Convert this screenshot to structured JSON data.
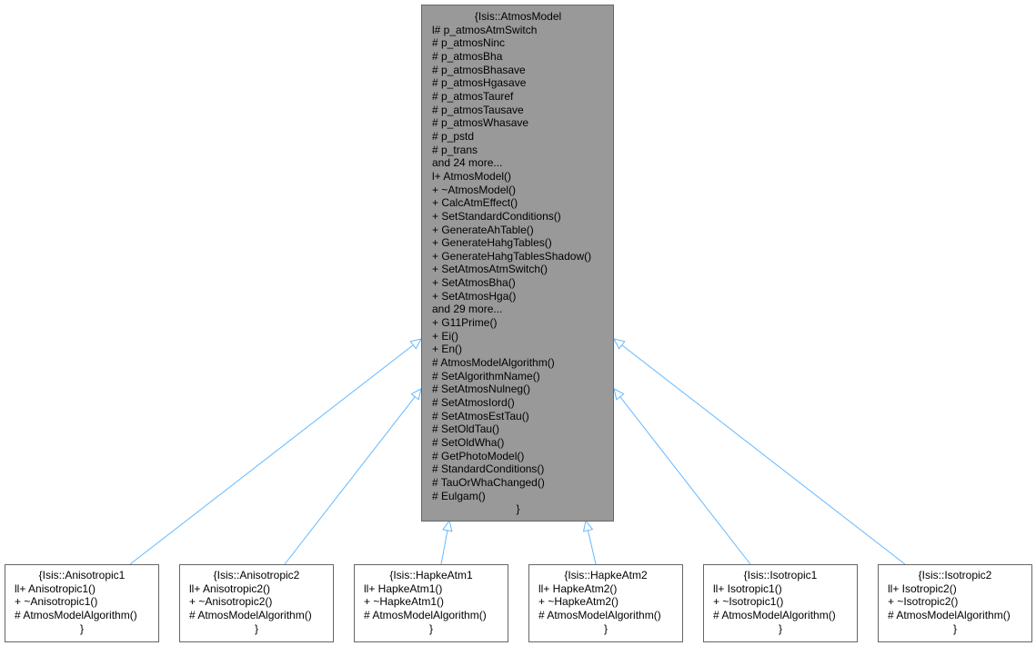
{
  "base_class": {
    "title": "{Isis::AtmosModel",
    "attributes": [
      "l# p_atmosAtmSwitch",
      "# p_atmosNinc",
      "# p_atmosBha",
      "# p_atmosBhasave",
      "# p_atmosHgasave",
      "# p_atmosTauref",
      "# p_atmosTausave",
      "# p_atmosWhasave",
      "# p_pstd",
      "# p_trans"
    ],
    "attributes_more": "and 24 more...",
    "methods": [
      "l+ AtmosModel()",
      "+ ~AtmosModel()",
      "+ CalcAtmEffect()",
      "+ SetStandardConditions()",
      "+ GenerateAhTable()",
      "+ GenerateHahgTables()",
      "+ GenerateHahgTablesShadow()",
      "+ SetAtmosAtmSwitch()",
      "+ SetAtmosBha()",
      "+ SetAtmosHga()"
    ],
    "methods_more": "and 29 more...",
    "static_methods": [
      "+ G11Prime()",
      "+ Ei()",
      "+ En()"
    ],
    "protected_methods": [
      "# AtmosModelAlgorithm()",
      "# SetAlgorithmName()",
      "# SetAtmosNulneg()",
      "# SetAtmosIord()",
      "# SetAtmosEstTau()",
      "# SetOldTau()",
      "# SetOldWha()",
      "# GetPhotoModel()",
      "# StandardConditions()",
      "# TauOrWhaChanged()",
      "# Eulgam()"
    ],
    "close": "}"
  },
  "derived_classes": [
    {
      "title": "{Isis::Anisotropic1",
      "lines": [
        "ll+ Anisotropic1()",
        "+ ~Anisotropic1()",
        "# AtmosModelAlgorithm()"
      ],
      "close": "}"
    },
    {
      "title": "{Isis::Anisotropic2",
      "lines": [
        "ll+ Anisotropic2()",
        "+ ~Anisotropic2()",
        "# AtmosModelAlgorithm()"
      ],
      "close": "}"
    },
    {
      "title": "{Isis::HapkeAtm1",
      "lines": [
        "ll+ HapkeAtm1()",
        "+ ~HapkeAtm1()",
        "# AtmosModelAlgorithm()"
      ],
      "close": "}"
    },
    {
      "title": "{Isis::HapkeAtm2",
      "lines": [
        "ll+ HapkeAtm2()",
        "+ ~HapkeAtm2()",
        "# AtmosModelAlgorithm()"
      ],
      "close": "}"
    },
    {
      "title": "{Isis::Isotropic1",
      "lines": [
        "ll+ Isotropic1()",
        "+ ~Isotropic1()",
        "# AtmosModelAlgorithm()"
      ],
      "close": "}"
    },
    {
      "title": "{Isis::Isotropic2",
      "lines": [
        "ll+ Isotropic2()",
        "+ ~Isotropic2()",
        "# AtmosModelAlgorithm()"
      ],
      "close": "}"
    }
  ],
  "colors": {
    "edge": "#63b8ff",
    "base_fill": "#999999",
    "border": "#666666"
  }
}
